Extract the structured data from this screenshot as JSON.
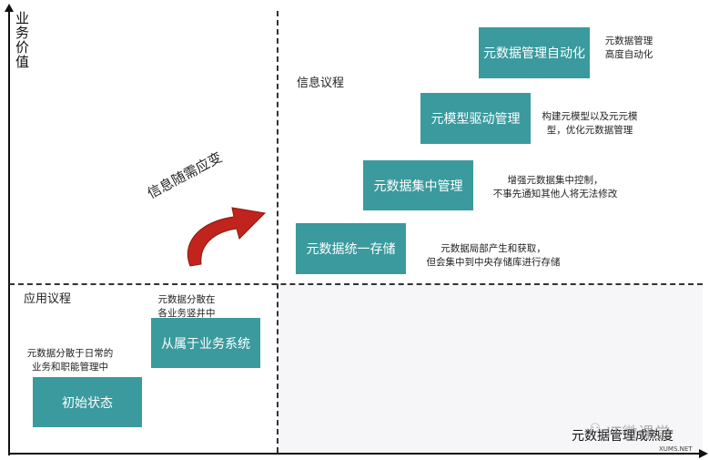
{
  "axes": {
    "y_title": "业务价值",
    "x_title": "元数据管理成熟度"
  },
  "quadrants": {
    "lower_label": "应用议程",
    "upper_label": "信息议程"
  },
  "transition_label": "信息随需应变",
  "steps": [
    {
      "label": "初始状态",
      "note": [
        "元数据分散于日常的",
        "业务和职能管理中"
      ]
    },
    {
      "label": "从属于业务系统",
      "note": [
        "元数据分散在",
        "各业务竖井中"
      ]
    },
    {
      "label": "元数据统一存储",
      "note": [
        "元数据局部产生和获取，",
        "但会集中到中央存储库进行存储"
      ]
    },
    {
      "label": "元数据集中管理",
      "note": [
        "增强元数据集中控制，",
        "不事先通知其他人将无法修改"
      ]
    },
    {
      "label": "元模型驱动管理",
      "note": [
        "构建元模型以及元元模",
        "型，优化元数据管理"
      ]
    },
    {
      "label": "元数据管理自动化",
      "note": [
        "元数据管理",
        "高度自动化"
      ]
    }
  ],
  "watermark": {
    "text": "IT微课堂",
    "small": "XUMS.NET"
  },
  "colors": {
    "box": "#3a9a9e",
    "arrow": "#c0241c"
  }
}
